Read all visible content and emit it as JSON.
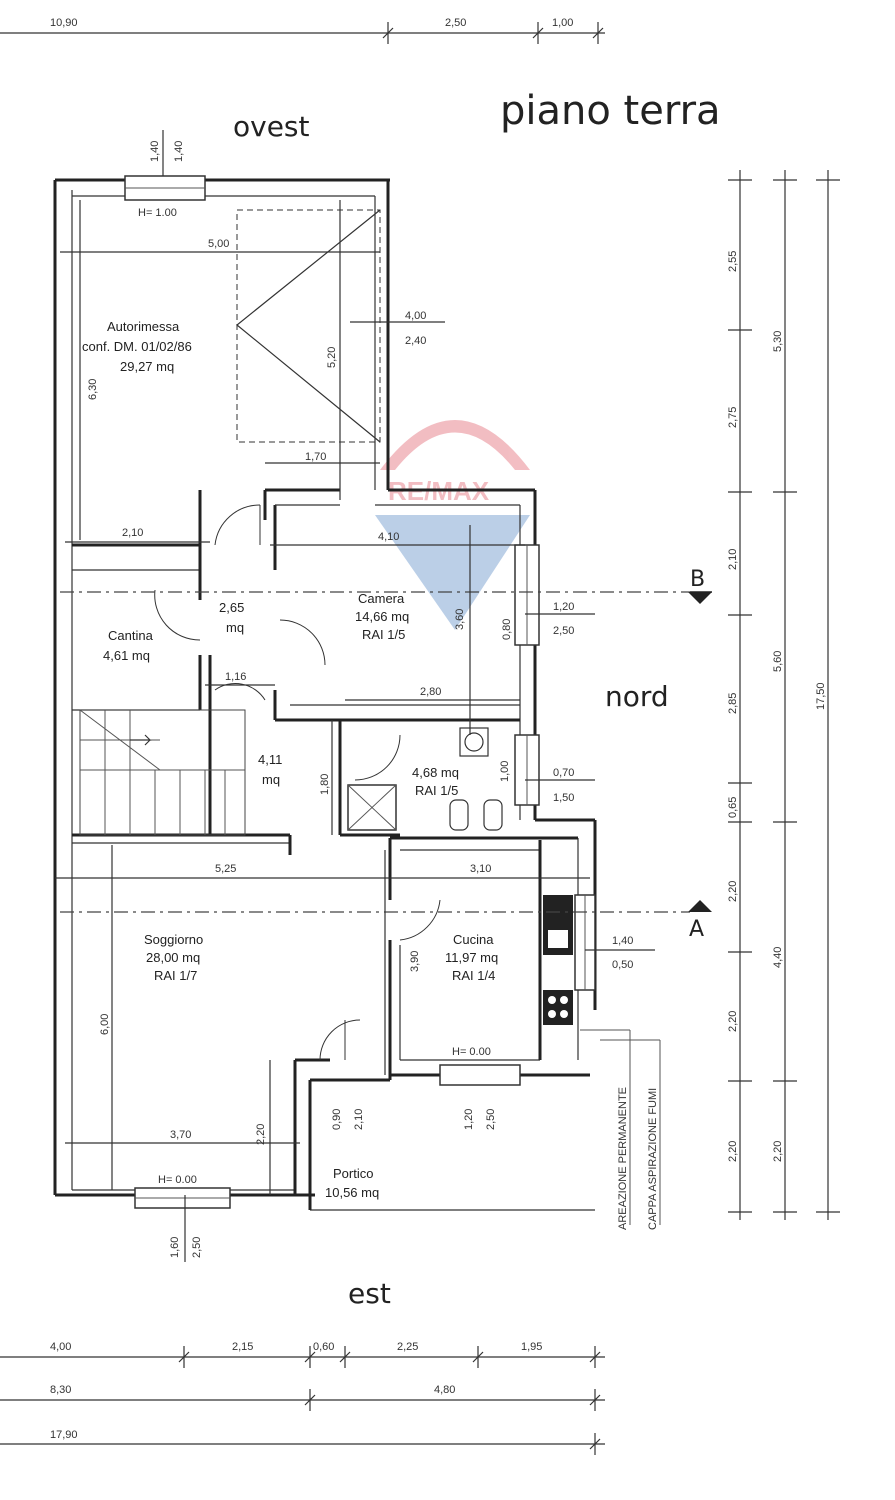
{
  "title": "piano terra",
  "orientation": {
    "west": "ovest",
    "north": "nord",
    "east": "est"
  },
  "section_marks": {
    "b": "B",
    "a": "A"
  },
  "watermark": {
    "brand": "RE/MAX",
    "color": "#d62839",
    "blue": "#1f5fae"
  },
  "rooms": {
    "autorimessa": {
      "name": "Autorimessa",
      "note": "conf. DM. 01/02/86",
      "area": "29,27 mq"
    },
    "camera": {
      "name": "Camera",
      "area": "14,66 mq",
      "rai": "RAI 1/5"
    },
    "cantina": {
      "name": "Cantina",
      "area": "4,61 mq"
    },
    "disimpegno": {
      "value": "2,65",
      "unit": "mq"
    },
    "scala": {
      "value": "4,11",
      "unit": "mq"
    },
    "bagno": {
      "area": "4,68 mq",
      "rai": "RAI 1/5"
    },
    "soggiorno": {
      "name": "Soggiorno",
      "area": "28,00 mq",
      "rai": "RAI 1/7"
    },
    "cucina": {
      "name": "Cucina",
      "area": "11,97 mq",
      "rai": "RAI 1/4"
    },
    "portico": {
      "name": "Portico",
      "area": "10,56 mq"
    }
  },
  "vertical_notes": {
    "areazione": "AREAZIONE PERMANENTE",
    "cappa": "CAPPA ASPIRAZIONE FUMI"
  },
  "dims": {
    "top": [
      "10,90",
      "2,50",
      "1,00"
    ],
    "win_top": [
      "1,40",
      "1,40"
    ],
    "h_garage": "H= 1.00",
    "d_500": "5,00",
    "d_630": "6,30",
    "d_520": "5,20",
    "d_400": "4,00",
    "d_240": "2,40",
    "d_170": "1,70",
    "d_210": "2,10",
    "d_410": "4,10",
    "d_360": "3,60",
    "d_080": "0,80",
    "d_120": "1,20",
    "d_250": "2,50",
    "d_116": "1,16",
    "d_280": "2,80",
    "d_180": "1,80",
    "d_100": "1,00",
    "d_070": "0,70",
    "d_150": "1,50",
    "d_525": "5,25",
    "d_310": "3,10",
    "d_390": "3,90",
    "d_140": "1,40",
    "d_050": "0,50",
    "d_600": "6,00",
    "h_cucina": "H= 0.00",
    "d_370": "3,70",
    "d_220": "2,20",
    "d_090": "0,90",
    "d_210b": "2,10",
    "d_120b": "1,20",
    "d_250b": "2,50",
    "h_soggiorno": "H= 0.00",
    "win_bottom": [
      "1,60",
      "2,50"
    ],
    "right_a": [
      "2,55",
      "2,75",
      "2,10",
      "2,85",
      "0,65",
      "2,20",
      "2,20",
      "2,20"
    ],
    "right_b": [
      "5,30",
      "5,60",
      "4,40",
      "2,20"
    ],
    "right_c": "17,50",
    "bottom_1": [
      "4,00",
      "2,15",
      "0,60",
      "2,25",
      "1,95"
    ],
    "bottom_2": [
      "8,30",
      "4,80"
    ],
    "bottom_3": "17,90"
  }
}
